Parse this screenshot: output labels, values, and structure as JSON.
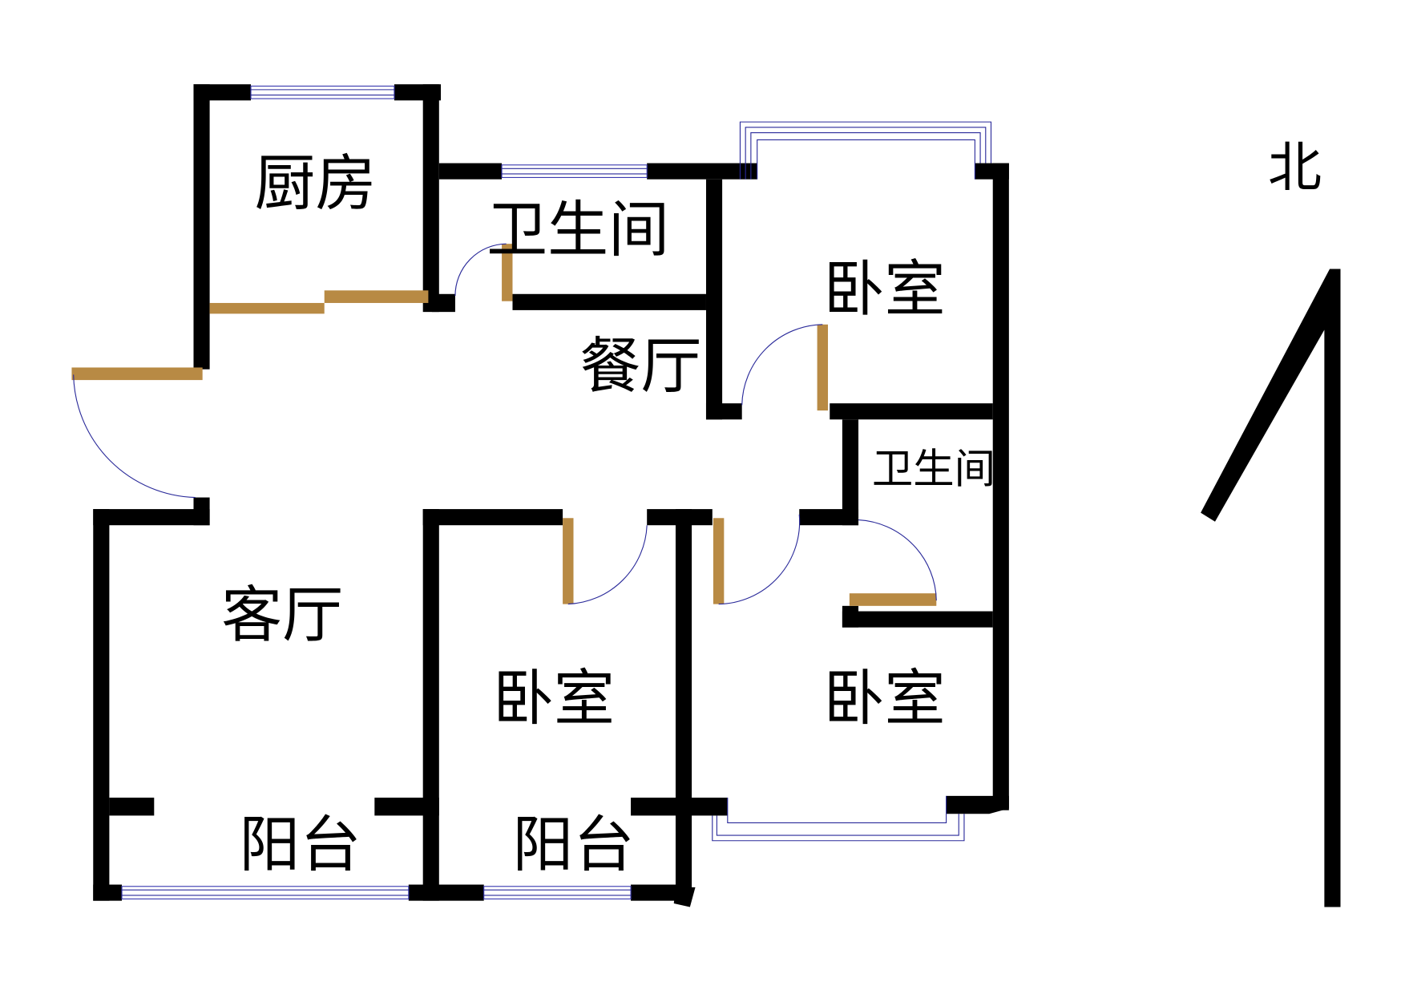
{
  "plan": {
    "rooms": {
      "kitchen": "厨房",
      "bathroom_main": "卫生间",
      "dining": "餐厅",
      "bedroom_ne": "卧室",
      "bathroom_ensuite": "卫生间",
      "living": "客厅",
      "bedroom_s_middle": "卧室",
      "bedroom_se": "卧室",
      "balcony_living": "阳台",
      "balcony_bedroom": "阳台"
    },
    "north_label": "北",
    "colors": {
      "wall": "#000000",
      "door": "#b88a44",
      "window": "#3a3ab0"
    }
  }
}
